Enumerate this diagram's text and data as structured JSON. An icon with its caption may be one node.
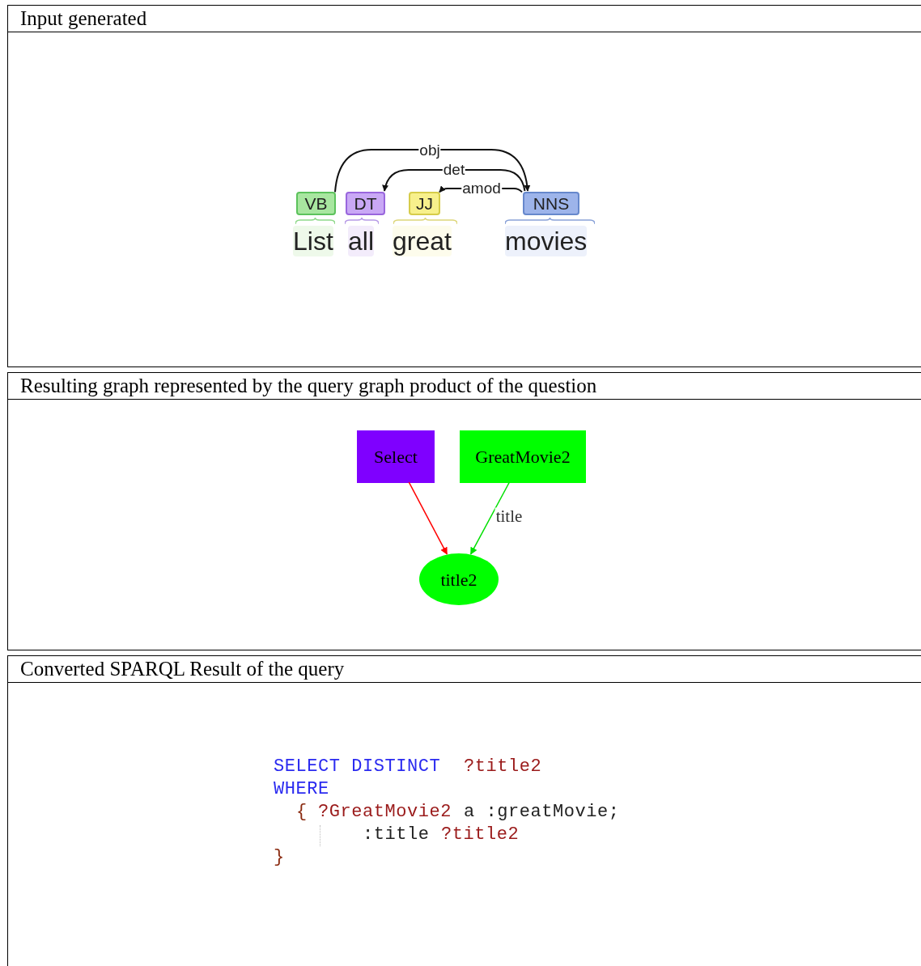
{
  "diagram": {
    "nodes": [
      {
        "text": [
          "Input generated"
        ]
      },
      {
        "text": [
          "VB"
        ],
        "in": 0
      },
      {
        "text": [
          "DT"
        ],
        "in": 0
      },
      {
        "text": [
          "JJ"
        ],
        "in": 0
      },
      {
        "text": [
          "NNS"
        ],
        "in": 0
      },
      {
        "text": [
          "Resulting graph represented by the query graph product of the question"
        ]
      },
      {
        "text": [
          "Select"
        ],
        "in": 5
      },
      {
        "text": [
          "GreatMovie2"
        ],
        "in": 5
      },
      {
        "text": [
          "title2"
        ],
        "in": 5
      },
      {
        "text": [
          "Converted SPARQL Result of the query"
        ]
      }
    ],
    "edges": [
      {
        "from": 1,
        "to": 4,
        "arrow": "to",
        "label": "obj"
      },
      {
        "from": 4,
        "to": 2,
        "arrow": "to",
        "label": "det"
      },
      {
        "from": 4,
        "to": 3,
        "arrow": "to",
        "label": "amod"
      },
      {
        "from": 6,
        "to": 8,
        "arrow": "to",
        "color": "#ff0000"
      },
      {
        "from": 7,
        "to": 8,
        "arrow": "to",
        "label": "title",
        "color": "#00e000"
      }
    ],
    "labels": [
      "List",
      "all",
      "great",
      "movies",
      "SELECT DISTINCT",
      "?title2",
      "WHERE",
      "{",
      "?GreatMovie2",
      "a :greatMovie;",
      ":title",
      "?title2",
      "}"
    ]
  }
}
